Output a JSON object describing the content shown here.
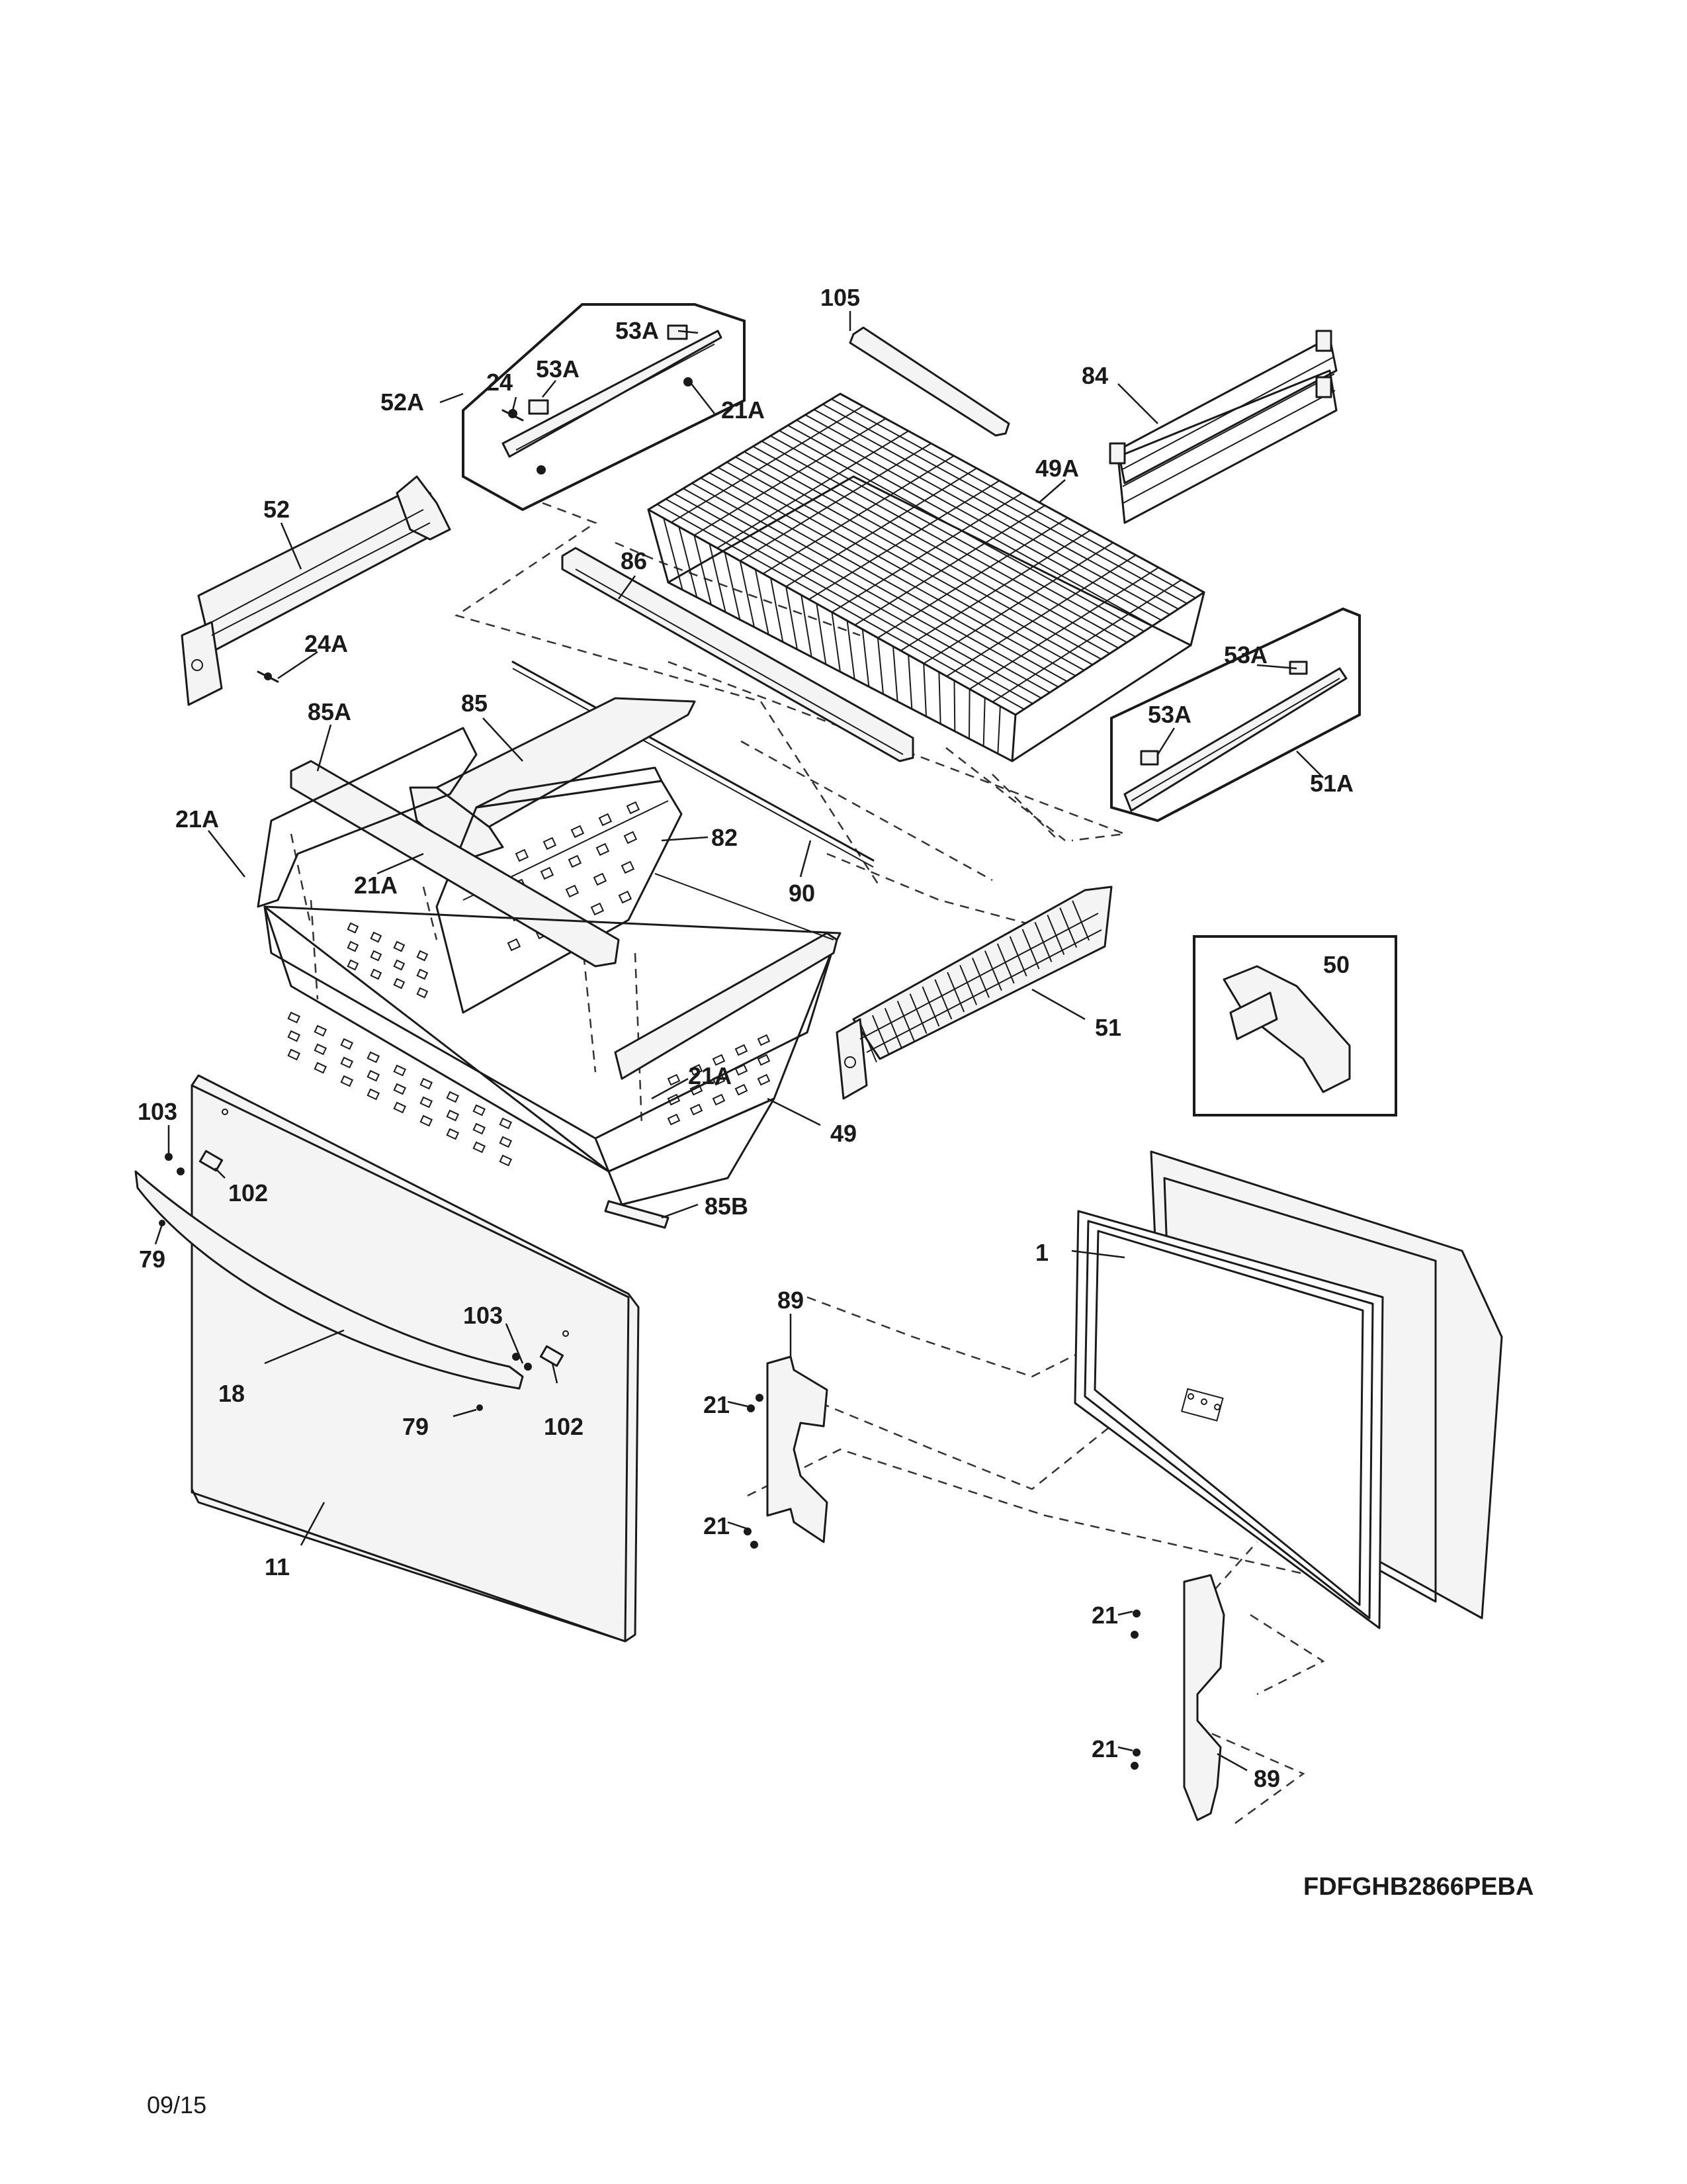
{
  "model_number": "FDFGHB2866PEBA",
  "revision_date": "09/15",
  "callouts": [
    "105",
    "53A",
    "24",
    "53A",
    "52A",
    "21A",
    "84",
    "49A",
    "52",
    "86",
    "24A",
    "53A",
    "53A",
    "51A",
    "85",
    "85A",
    "21A",
    "82",
    "21A",
    "90",
    "50",
    "51",
    "21A",
    "103",
    "102",
    "49",
    "85B",
    "79",
    "1",
    "89",
    "103",
    "18",
    "102",
    "79",
    "21",
    "21",
    "11",
    "21",
    "21",
    "89"
  ]
}
